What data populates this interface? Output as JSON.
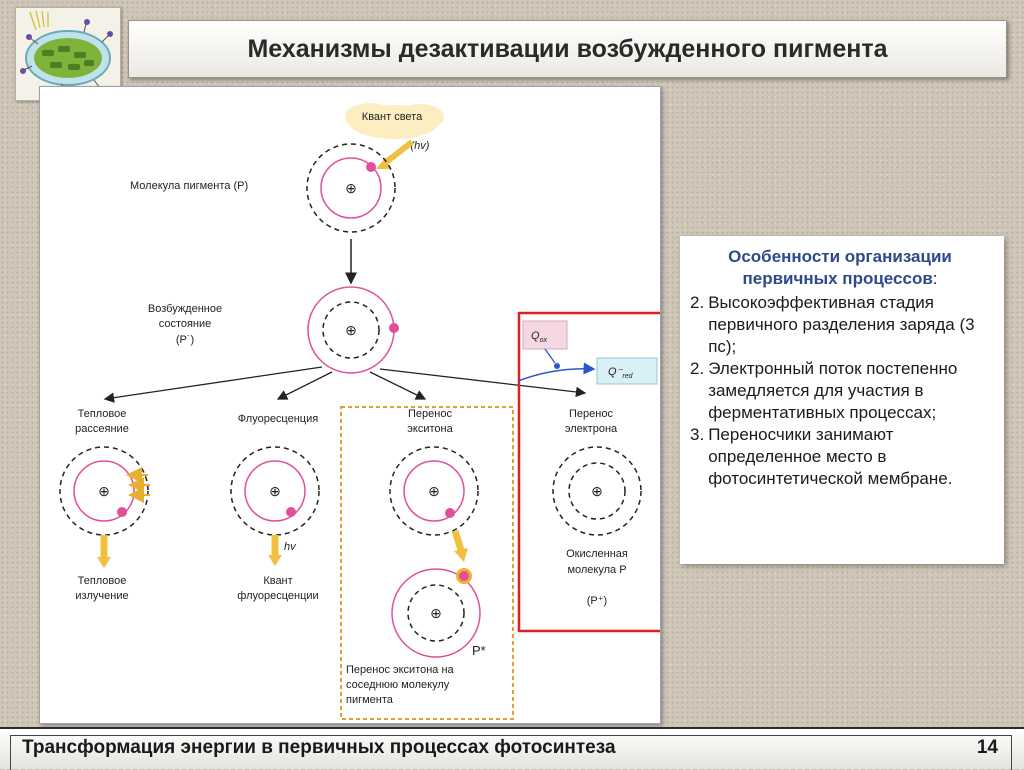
{
  "title": "Механизмы дезактивации возбужденного пигмента",
  "footer": {
    "text": "Трансформация энергии в первичных процессах фотосинтеза",
    "page": "14"
  },
  "diagram": {
    "light_quantum": "Квант света",
    "hv_label": "(hv)",
    "pigment_molecule": "Молекула пигмента (Р)",
    "excited_line1": "Возбужденное",
    "excited_line2": "состояние",
    "excited_line3": "(Р˙)",
    "thermal_line1": "Тепловое",
    "thermal_line2": "рассеяние",
    "fluorescence": "Флуоресценция",
    "exciton_line1": "Перенос",
    "exciton_line2": "экситона",
    "electron_line1": "Перенос",
    "electron_line2": "электрона",
    "thermal_emission_line1": "Тепловое",
    "thermal_emission_line2": "излучение",
    "fluor_hv": "hv",
    "fluor_quantum_line1": "Квант",
    "fluor_quantum_line2": "флуоресценции",
    "p_star": "P*",
    "exciton_transfer_line1": "Перенос экситона на",
    "exciton_transfer_line2": "соседнюю молекулу",
    "exciton_transfer_line3": "пигмента",
    "oxidized_line1": "Окисленная",
    "oxidized_line2": "молекула Р",
    "p_plus": "(Р⁺)",
    "q_ox": "Q",
    "q_ox_sub": "ox",
    "q_red": "Q⁻",
    "q_red_sub": "red",
    "nucleus": "⊕"
  },
  "info": {
    "heading": "Особенности организации первичных процессов",
    "heading_colon": ":",
    "items": [
      {
        "num": "2.",
        "text": "Высокоэффективная стадия первичного разделения заряда (3 пс);"
      },
      {
        "num": "2.",
        "text": "Электронный поток постепенно замедляется для участия в ферментативных процессах;"
      },
      {
        "num": "3.",
        "text": "Переносчики занимают определенное место в фотосинтетической мембране."
      }
    ]
  },
  "colors": {
    "orbit_pink": "#e0509a",
    "highlight_red": "#e02020",
    "dashed_box_orange": "#e0a030",
    "arrow_yellow": "#f0c040",
    "heading_blue": "#2e4a8a"
  }
}
